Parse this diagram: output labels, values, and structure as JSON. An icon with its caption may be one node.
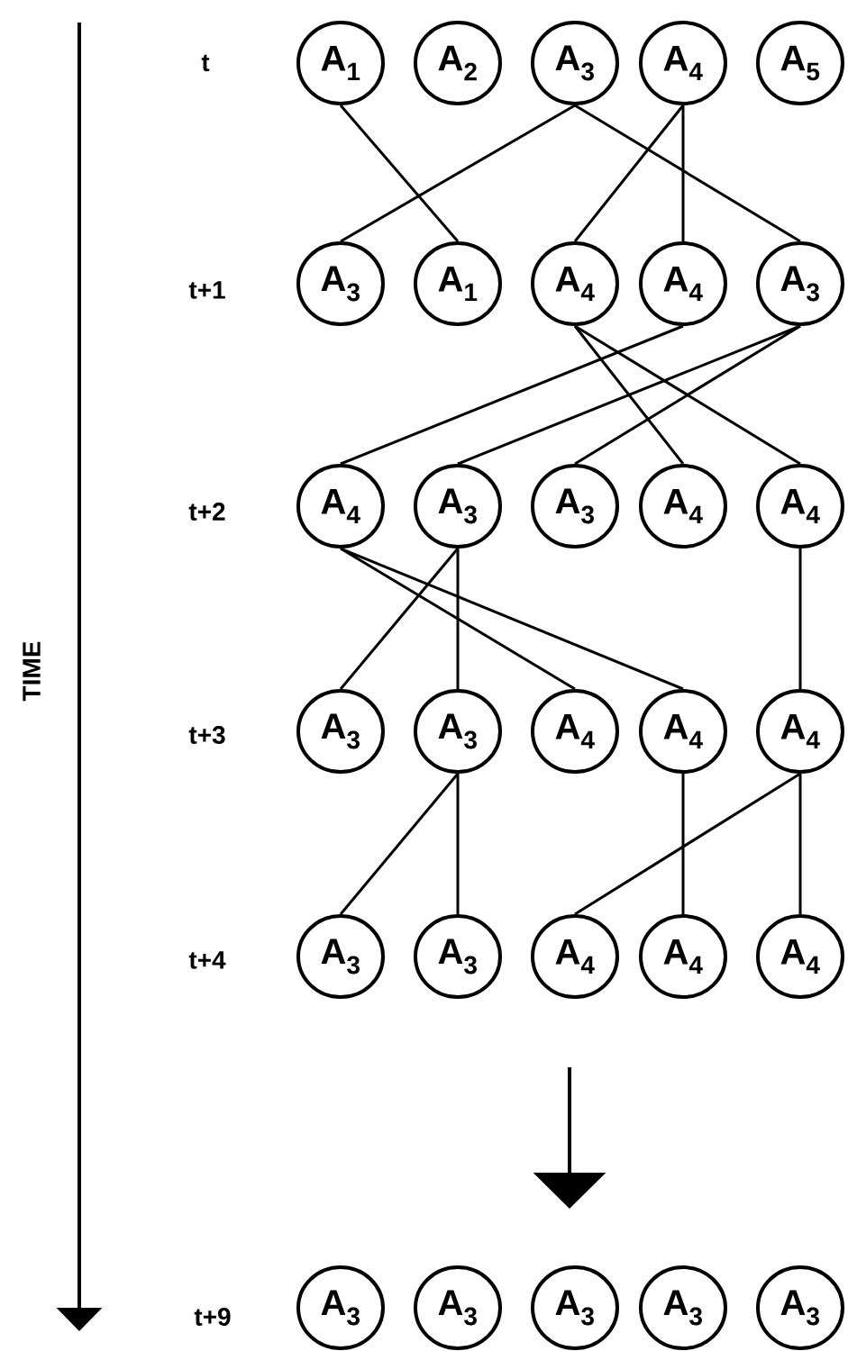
{
  "diagram": {
    "nodes": [
      {
        "text": [
          "A$_{1}$"
        ]
      },
      {
        "text": [
          "A$_{2}$"
        ]
      },
      {
        "text": [
          "A$_{3}$"
        ]
      },
      {
        "text": [
          "A$_{4}$"
        ]
      },
      {
        "text": [
          "A$_{5}$"
        ]
      },
      {
        "text": [
          "A$_{3}$"
        ]
      },
      {
        "text": [
          "A$_{1}$"
        ]
      },
      {
        "text": [
          "A$_{4}$"
        ]
      },
      {
        "text": [
          "A$_{4}$"
        ]
      },
      {
        "text": [
          "A$_{3}$"
        ]
      },
      {
        "text": [
          "A$_{4}$"
        ]
      },
      {
        "text": [
          "A$_{3}$"
        ]
      },
      {
        "text": [
          "A$_{3}$"
        ]
      },
      {
        "text": [
          "A$_{4}$"
        ]
      },
      {
        "text": [
          "A$_{4}$"
        ]
      },
      {
        "text": [
          "A$_{3}$"
        ]
      },
      {
        "text": [
          "A$_{3}$"
        ]
      },
      {
        "text": [
          "A$_{4}$"
        ]
      },
      {
        "text": [
          "A$_{4}$"
        ]
      },
      {
        "text": [
          "A$_{4}$"
        ]
      },
      {
        "text": [
          "A$_{3}$"
        ]
      },
      {
        "text": [
          "A$_{3}$"
        ]
      },
      {
        "text": [
          "A$_{4}$"
        ]
      },
      {
        "text": [
          "A$_{4}$"
        ]
      },
      {
        "text": [
          "A$_{4}$"
        ]
      },
      {
        "text": [
          "A$_{3}$"
        ]
      },
      {
        "text": [
          "A$_{3}$"
        ]
      },
      {
        "text": [
          "A$_{3}$"
        ]
      },
      {
        "text": [
          "A$_{3}$"
        ]
      },
      {
        "text": [
          "A$_{3}$"
        ]
      }
    ],
    "edges": [
      {
        "from": 0,
        "to": 6,
        "arrow": "none"
      },
      {
        "from": 2,
        "to": 5,
        "arrow": "none"
      },
      {
        "from": 2,
        "to": 9,
        "arrow": "none"
      },
      {
        "from": 3,
        "to": 7,
        "arrow": "none"
      },
      {
        "from": 3,
        "to": 8,
        "arrow": "none"
      },
      {
        "from": 8,
        "to": 10,
        "arrow": "none"
      },
      {
        "from": 9,
        "to": 11,
        "arrow": "none"
      },
      {
        "from": 9,
        "to": 12,
        "arrow": "none"
      },
      {
        "from": 7,
        "to": 13,
        "arrow": "none"
      },
      {
        "from": 7,
        "to": 14,
        "arrow": "none"
      },
      {
        "from": 10,
        "to": 17,
        "arrow": "none"
      },
      {
        "from": 10,
        "to": 18,
        "arrow": "none"
      },
      {
        "from": 11,
        "to": 15,
        "arrow": "none"
      },
      {
        "from": 11,
        "to": 16,
        "arrow": "none"
      },
      {
        "from": 14,
        "to": 19,
        "arrow": "none"
      },
      {
        "from": 16,
        "to": 20,
        "arrow": "none"
      },
      {
        "from": 16,
        "to": 21,
        "arrow": "none"
      },
      {
        "from": 18,
        "to": 23,
        "arrow": "none"
      },
      {
        "from": 19,
        "to": 22,
        "arrow": "none"
      },
      {
        "from": 19,
        "to": 24,
        "arrow": "none"
      }
    ],
    "labels": [
      "t",
      "t+1",
      "t+2",
      "t+3",
      "t+4",
      "t+9",
      "TIME"
    ]
  }
}
